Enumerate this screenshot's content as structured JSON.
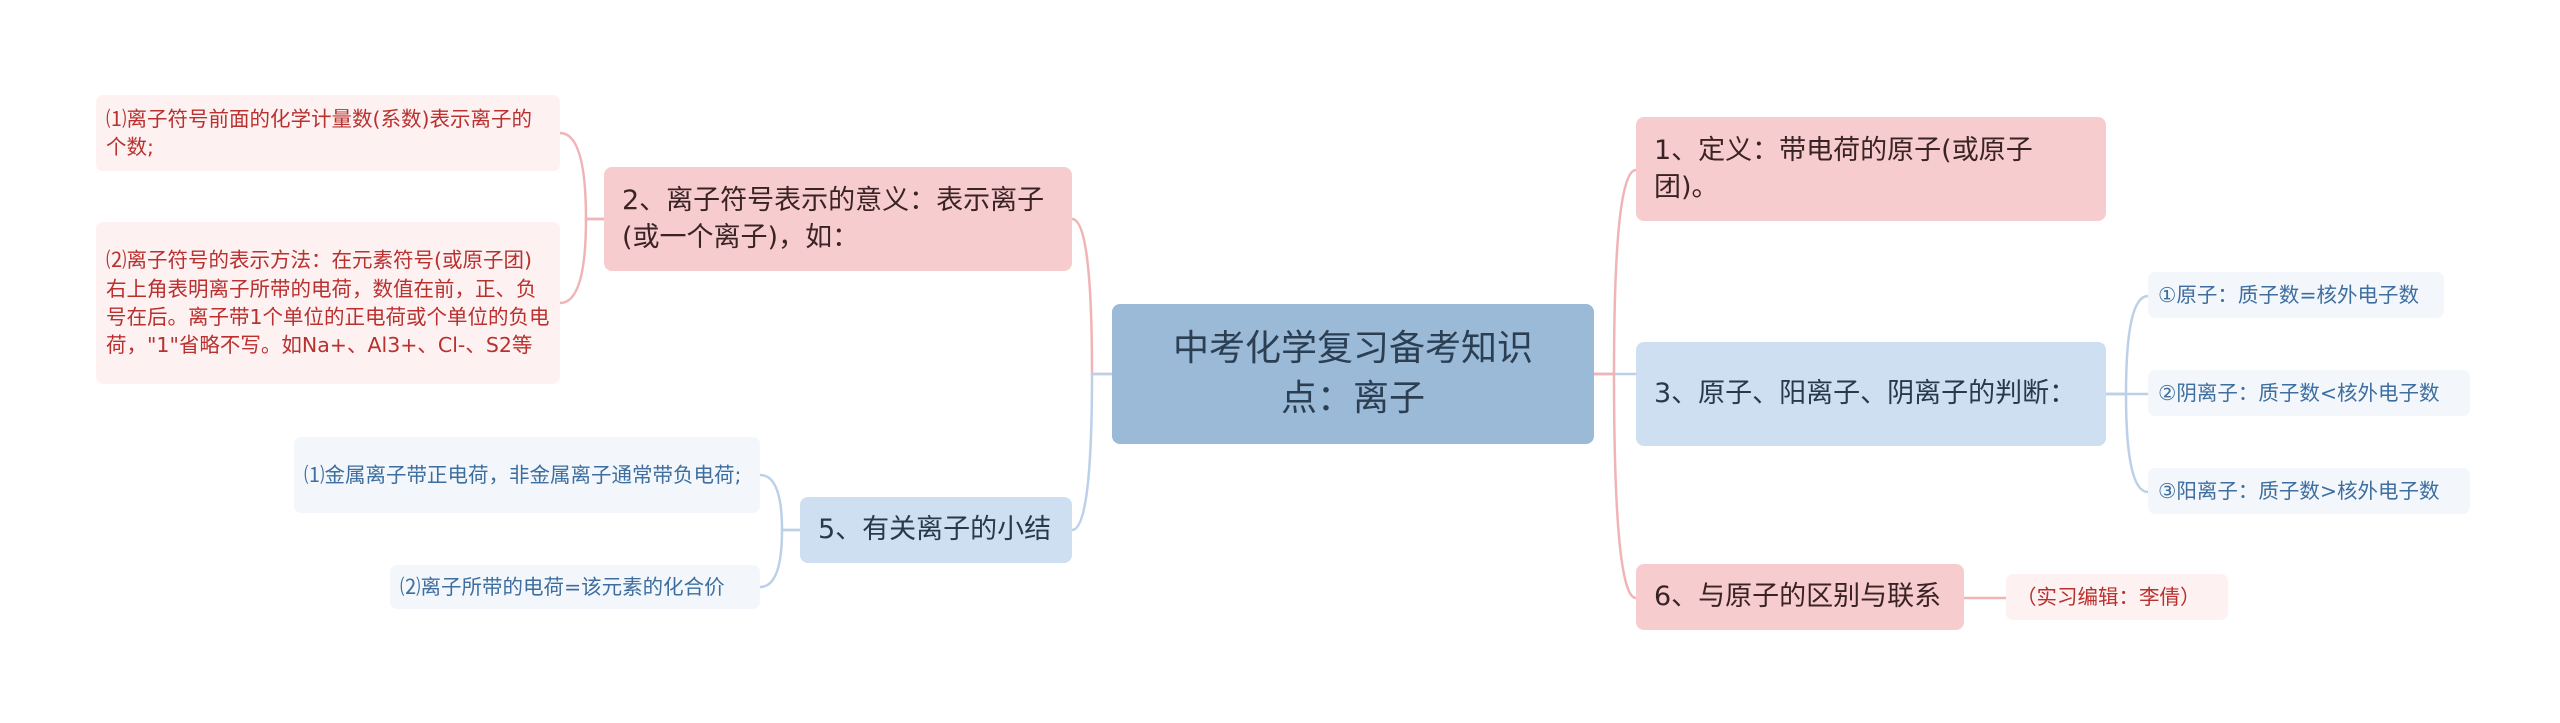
{
  "root": {
    "title": "中考化学复习备考知识点：离子"
  },
  "left": [
    {
      "label": "2、离子符号表示的意义：表示离子(或一个离子)，如：",
      "children": [
        "⑴离子符号前面的化学计量数(系数)表示离子的个数;",
        "⑵离子符号的表示方法：在元素符号(或原子团)右上角表明离子所带的电荷，数值在前，正、负号在后。离子带1个单位的正电荷或个单位的负电荷，\"1\"省略不写。如Na+、Al3+、Cl-、S2等"
      ]
    },
    {
      "label": "5、有关离子的小结",
      "children": [
        "⑴金属离子带正电荷，非金属离子通常带负电荷;",
        "⑵离子所带的电荷=该元素的化合价"
      ]
    }
  ],
  "right": [
    {
      "label": "1、定义：带电荷的原子(或原子团)。",
      "children": []
    },
    {
      "label": "3、原子、阳离子、阴离子的判断：",
      "children": [
        "①原子：质子数=核外电子数",
        "②阴离子：质子数<核外电子数",
        "③阳离子：质子数>核外电子数"
      ]
    },
    {
      "label": "6、与原子的区别与联系",
      "children": [
        "（实习编辑：李倩）"
      ]
    }
  ],
  "colors": {
    "root_fill": "#9bbad8",
    "pink_fill": "#f7ccce",
    "blue_fill": "#cddff0",
    "pink_text": "#b8312f",
    "blue_text": "#3d6e9f",
    "pink_link": "#f0b4b6",
    "blue_link": "#bcd1e8"
  }
}
